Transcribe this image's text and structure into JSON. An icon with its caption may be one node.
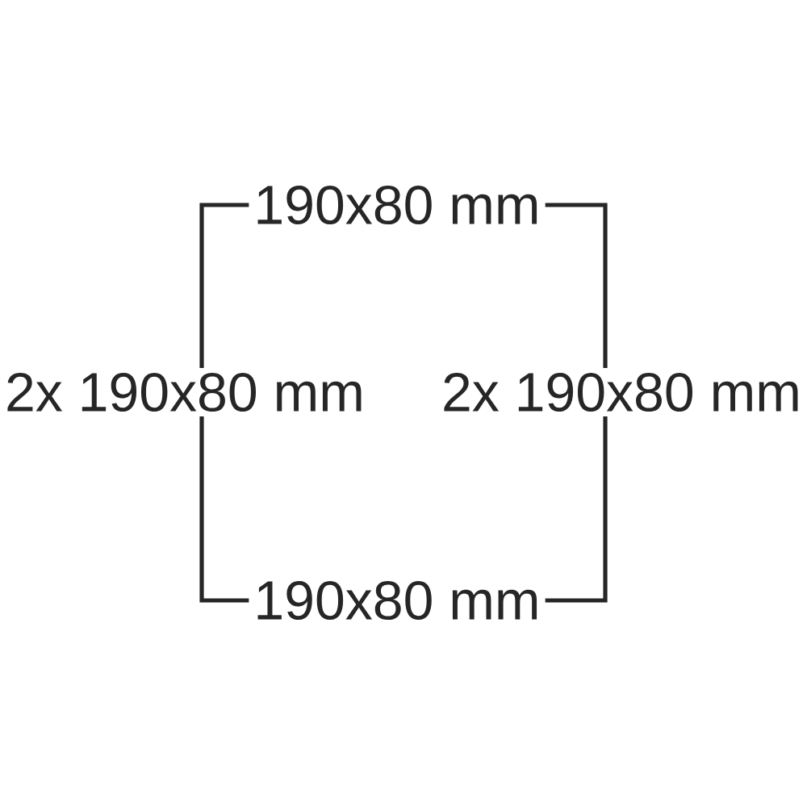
{
  "diagram": {
    "labels": [
      "190x80 mm",
      "2x 190x80 mm",
      "2x 190x80 mm",
      "190x80 mm"
    ]
  }
}
